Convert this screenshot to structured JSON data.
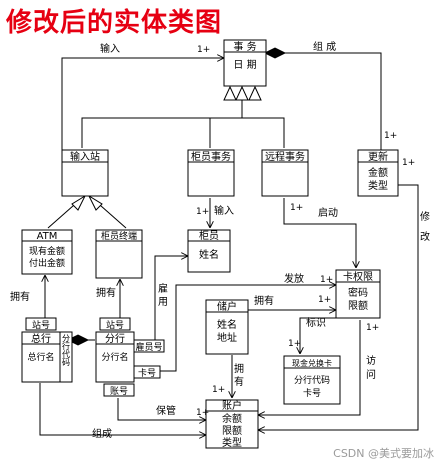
{
  "title": "修改后的实体类图",
  "watermark": "CSDN @美式要加冰",
  "classes": {
    "shiwu": {
      "name": "事 务",
      "attrs": [
        "日 期"
      ]
    },
    "shuruzhan": {
      "name": "输入站",
      "attrs": []
    },
    "guiyuanshiwu": {
      "name": "柜员事务",
      "attrs": []
    },
    "yuanchengshiwu": {
      "name": "远程事务",
      "attrs": []
    },
    "gengxin": {
      "name": "更新",
      "attrs": [
        "金额",
        "类型"
      ]
    },
    "atm": {
      "name": "ATM",
      "attrs": [
        "现有金额",
        "付出金额"
      ]
    },
    "guiyuanzhongduan": {
      "name": "柜员终端",
      "attrs": []
    },
    "guiyuan": {
      "name": "柜员",
      "attrs": [
        "姓名"
      ]
    },
    "kaquanxian": {
      "name": "卡权限",
      "attrs": [
        "密码",
        "限额"
      ]
    },
    "zonghang": {
      "name": "总行",
      "attrs": [
        "总行名"
      ],
      "side": "分行代码"
    },
    "fenhang": {
      "name": "分行",
      "attrs": [
        "分行名"
      ]
    },
    "chuhu": {
      "name": "储户",
      "attrs": [
        "姓名",
        "地址"
      ]
    },
    "xianjinduihuanka": {
      "name": "现金兑换卡",
      "attrs": [
        "分行代码",
        "卡号"
      ]
    },
    "zhanghu": {
      "name": "账户",
      "attrs": [
        "余额",
        "限额",
        "类型"
      ]
    }
  },
  "qualifiers": {
    "zhanhao1": "站号",
    "zhanhao2": "站号",
    "guiyuanhao": "雇员号",
    "kahao": "卡号",
    "zhanghao": "账号"
  },
  "labels": {
    "shuru_top": "输入",
    "zucheng_top": "组 成",
    "one_plus_shiwu": "1+",
    "one_plus_gengxin": "1+",
    "one_plus_gengxin2": "1+",
    "xiugai1": "修",
    "xiugai2": "改",
    "shuru_guiyuan": "输入",
    "one_plus_guiyuan": "1+",
    "qidong": "启动",
    "one_plus_qidong": "1+",
    "yongyou_atm": "拥有",
    "yongyou_terminal": "拥有",
    "guyong1": "雇",
    "guyong2": "用",
    "fafang": "发放",
    "one_plus_fafang": "1+",
    "yongyou_chuhu": "拥有",
    "one_plus_chuhu_ka": "1+",
    "biaoshi": "标识",
    "one_plus_biaoshi": "1+",
    "fangwen1": "访",
    "fangwen2": "问",
    "one_plus_fangwen": "1+",
    "yongyou_zhanghu1": "拥",
    "yongyou_zhanghu2": "有",
    "one_plus_zhanghu1": "1+",
    "one_plus_zhanghu2": "1+",
    "baoguan": "保管",
    "zucheng_bottom": "组成"
  }
}
